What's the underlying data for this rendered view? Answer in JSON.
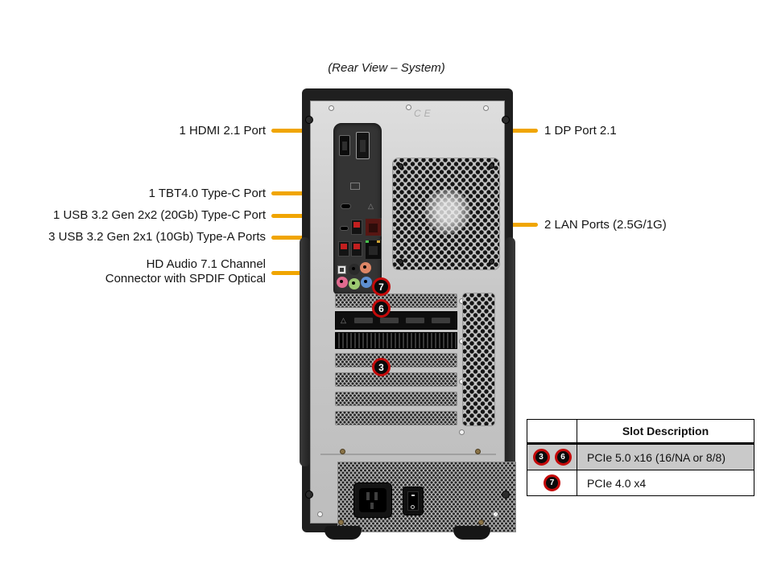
{
  "title": "(Rear View – System)",
  "colors": {
    "leader": "#F0A500",
    "callout_ring": "#C40A0A",
    "callout_fill": "#0A0A0A",
    "callout_text": "#FFFFFF",
    "table_row_highlight": "#C9C9C9"
  },
  "chassis": {
    "cert_marks": "CE"
  },
  "labels": {
    "left": [
      {
        "lines": [
          "1 HDMI 2.1 Port"
        ]
      },
      {
        "lines": [
          "1 TBT4.0 Type-C Port"
        ]
      },
      {
        "lines": [
          "1 USB 3.2 Gen 2x2 (20Gb) Type-C Port"
        ]
      },
      {
        "lines": [
          "3 USB 3.2 Gen 2x1 (10Gb) Type-A Ports"
        ]
      },
      {
        "lines": [
          "HD Audio 7.1 Channel",
          "Connector with SPDIF Optical"
        ]
      }
    ],
    "right": [
      {
        "lines": [
          "1 DP Port 2.1"
        ]
      },
      {
        "lines": [
          "2 LAN Ports (2.5G/1G)"
        ]
      }
    ]
  },
  "callouts": [
    {
      "label": "7"
    },
    {
      "label": "6"
    },
    {
      "label": "3"
    }
  ],
  "slot_table": {
    "header": "Slot Description",
    "rows": [
      {
        "badges": [
          "3",
          "6"
        ],
        "description": "PCIe 5.0 x16 (16/NA or 8/8)"
      },
      {
        "badges": [
          "7"
        ],
        "description": "PCIe 4.0 x4"
      }
    ]
  }
}
